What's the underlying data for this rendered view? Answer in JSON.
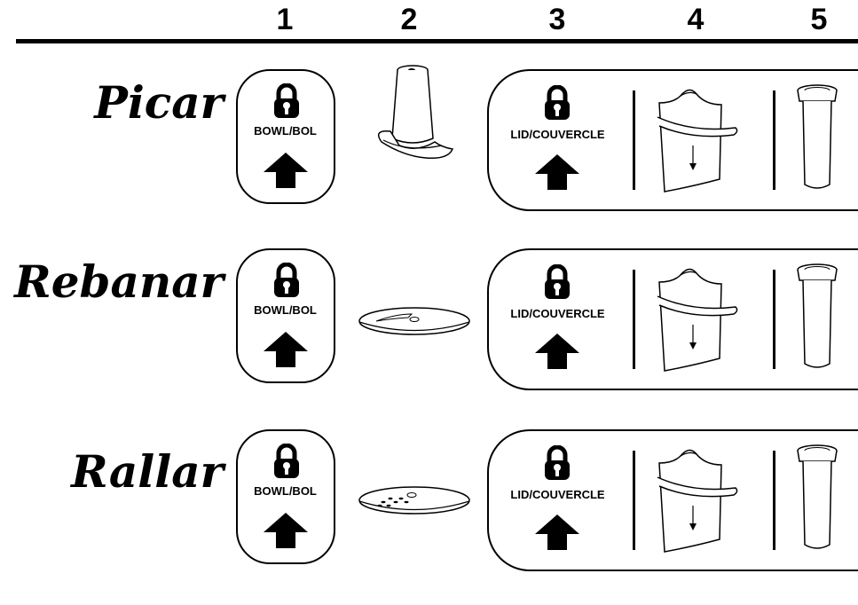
{
  "columns": [
    "1",
    "2",
    "3",
    "4",
    "5"
  ],
  "rows": [
    {
      "label": "Picar",
      "attachment": "chopping-blade-icon",
      "bowl_label": "BOWL/BOL",
      "lid_label": "LID/COUVERCLE"
    },
    {
      "label": "Rebanar",
      "attachment": "slicing-disc-icon",
      "bowl_label": "BOWL/BOL",
      "lid_label": "LID/COUVERCLE"
    },
    {
      "label": "Rallar",
      "attachment": "shredding-disc-icon",
      "bowl_label": "BOWL/BOL",
      "lid_label": "LID/COUVERCLE"
    }
  ],
  "icons": [
    "padlock-icon",
    "up-arrow-icon",
    "feed-chute-icon",
    "food-pusher-icon"
  ]
}
